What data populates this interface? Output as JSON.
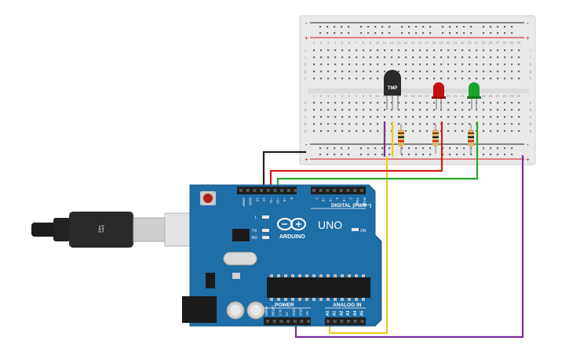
{
  "breadboard": {
    "columns": 30,
    "rows_top": [
      "j",
      "i",
      "h",
      "g",
      "f"
    ],
    "rows_bottom": [
      "e",
      "d",
      "c",
      "b",
      "a"
    ],
    "rail_minus": "-",
    "rail_plus": "+"
  },
  "components": {
    "sensor": {
      "label": "TMP"
    },
    "led_red": {
      "color": "#c40f0f"
    },
    "led_green": {
      "color": "#1aa22b"
    }
  },
  "arduino": {
    "brand": "ARDUINO",
    "model": "UNO",
    "digital_label": "DIGITAL (PWM~)",
    "power_label": "POWER",
    "analog_label": "ANALOG IN",
    "on_label": "ON",
    "led_l": "L",
    "led_tx": "TX",
    "led_rx": "RX",
    "digital_pins": [
      "AREF",
      "GND",
      "13",
      "12",
      "~11",
      "~10",
      "~9",
      "8",
      "7",
      "~6",
      "~5",
      "4",
      "~3",
      "2",
      "TX▸1",
      "RX◂0"
    ],
    "power_pins": [
      "IOREF",
      "RESET",
      "3.3V",
      "5V",
      "GND",
      "GND",
      "Vin"
    ],
    "analog_pins": [
      "A0",
      "A1",
      "A2",
      "A3",
      "A4",
      "A5"
    ]
  },
  "wires": {
    "black": "#1e1e1e",
    "red": "#d41c1c",
    "green": "#2da52d",
    "yellow": "#f2c81b",
    "purple": "#7a2e9a"
  }
}
